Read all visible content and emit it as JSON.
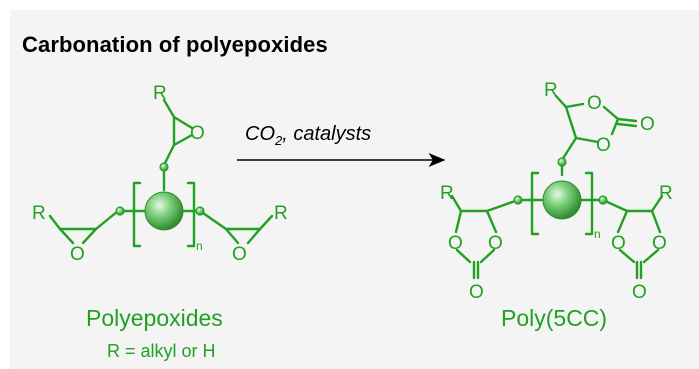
{
  "title": "Carbonation of polyepoxides",
  "reaction": {
    "condition_reagent": "CO",
    "condition_subscript": "2",
    "condition_rest": ", catalysts"
  },
  "reactant": {
    "name": "Polyepoxides",
    "note": "R = alkyl or H",
    "repeat_index": "n",
    "atoms": {
      "r": "R",
      "o": "O"
    }
  },
  "product": {
    "name": "Poly(5CC)",
    "repeat_index": "n",
    "atoms": {
      "r": "R",
      "o": "O"
    }
  },
  "colors": {
    "structure": "#22a022",
    "sphere_highlight": "#e6f7e6",
    "sphere_shade": "#2e8c2e",
    "text": "#000000",
    "background": "#f4f4f4"
  }
}
